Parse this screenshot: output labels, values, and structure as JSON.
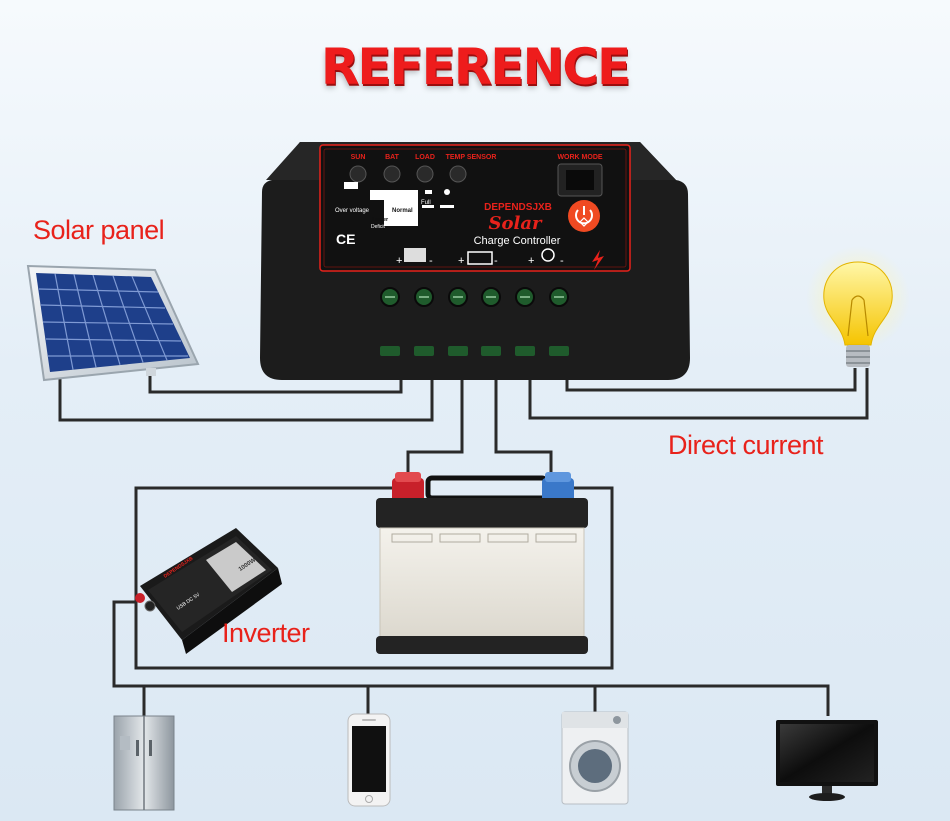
{
  "title": "REFERENCE",
  "labels": {
    "solar_panel": "Solar panel",
    "direct_current": "Direct current",
    "inverter": "Inverter"
  },
  "controller": {
    "indicators": [
      "SUN",
      "BAT",
      "LOAD",
      "TEMP SENSOR"
    ],
    "work_mode": "WORK MODE",
    "brand": "DEPENDSJXB",
    "product_line1": "Solar",
    "product_line2": "Charge Controller",
    "certification": "CE",
    "gauge_labels": [
      "Over voltage",
      "Full",
      "Normal",
      "Lower",
      "Deficit"
    ]
  },
  "inverter": {
    "wattage": "1000W",
    "brand": "DEPENDSJXB",
    "usb_label": "USB DC 5V"
  },
  "colors": {
    "accent": "#e8221b",
    "wire": "#2a2a2a",
    "controller_body": "#1c1c1c",
    "positive_terminal": "#d42a2a",
    "negative_terminal": "#3a78c9"
  },
  "appliances": [
    {
      "name": "refrigerator",
      "icon": "fridge-icon"
    },
    {
      "name": "smartphone",
      "icon": "phone-icon"
    },
    {
      "name": "washing machine",
      "icon": "washer-icon"
    },
    {
      "name": "monitor",
      "icon": "monitor-icon"
    }
  ]
}
